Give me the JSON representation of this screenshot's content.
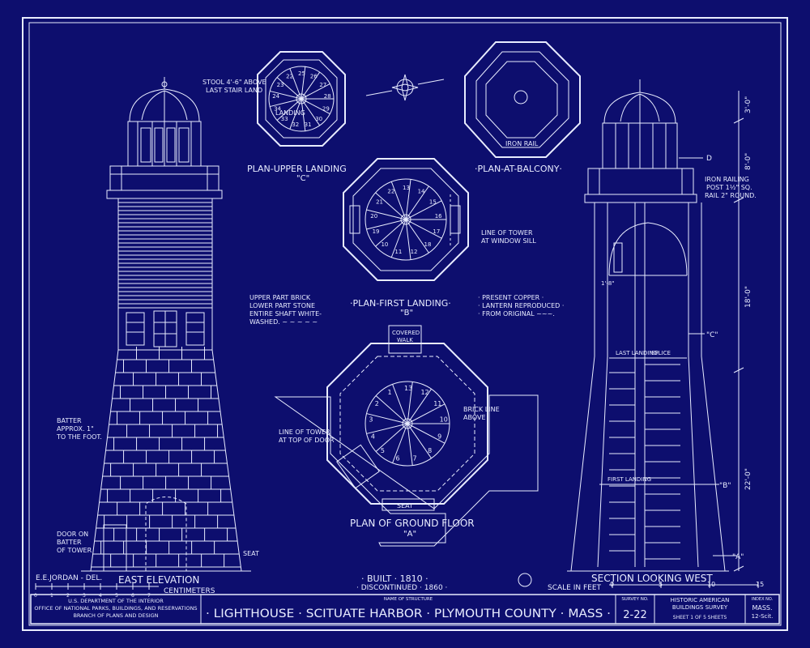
{
  "colors": {
    "background": "#0d0e6e",
    "ink": "#e8ecff"
  },
  "notes": {
    "stool": "STOOL 4'-6\" ABOVE",
    "stool2": "LAST STAIR LAND",
    "landing": "LANDING",
    "iron_rail": "IRON RAIL",
    "iron_railing_1": "IRON RAILING",
    "iron_railing_2": "POST 1½\" SQ.",
    "iron_railing_3": "RAIL 2\" ROUND.",
    "line_tower_sill_1": "LINE OF TOWER",
    "line_tower_sill_2": "AT WINDOW SILL",
    "upper_part_1": "UPPER PART BRICK",
    "upper_part_2": "LOWER PART STONE",
    "upper_part_3": "ENTIRE SHAFT WHITE-",
    "upper_part_4": "WASHED. ~ ~ ~ ~ ~",
    "present_1": "· PRESENT COPPER ·",
    "present_2": "· LANTERN REPRODUCED ·",
    "present_3": "· FROM ORIGINAL ~~~.",
    "covered_1": "COVERED",
    "covered_2": "WALK",
    "brick_line_1": "BRICK LINE",
    "brick_line_2": "ABOVE",
    "line_tower_door_1": "LINE OF TOWER",
    "line_tower_door_2": "AT TOP OF DOOR",
    "seat": "SEAT",
    "seat2": "SEAT",
    "batter_1": "BATTER",
    "batter_2": "APPROX. 1\"",
    "batter_3": "TO THE FOOT.",
    "door_1": "DOOR ON",
    "door_2": "BATTER",
    "door_3": "OF TOWER",
    "last_landing": "LAST LANDING",
    "splice": "SPLICE",
    "first_landing": "FIRST LANDING",
    "dim_top": "3'-0\"",
    "dim_lantern": "8'-0\"",
    "dim_mid": "18'-0\"",
    "dim_low": "22'-0\"",
    "dim_small": "1'-8\"",
    "mark_d": "D",
    "mark_c": "\"C\"",
    "mark_b": "\"B\"",
    "mark_a": "\"A\""
  },
  "drawings": {
    "plan_upper": {
      "title": "PLAN-UPPER LANDING",
      "mark": "\"C\""
    },
    "plan_balcony": {
      "title": "·PLAN-AT-BALCONY·"
    },
    "plan_first": {
      "title": "·PLAN-FIRST LANDING·",
      "mark": "\"B\""
    },
    "plan_ground": {
      "title": "PLAN OF GROUND FLOOR",
      "mark": "\"A\""
    },
    "east_elevation": {
      "title": "EAST ELEVATION"
    },
    "section_west": {
      "title": "SECTION LOOKING WEST"
    }
  },
  "built": {
    "built": "· BUILT · 1810 ·",
    "discontinued": "· DISCONTINUED · 1860 ·"
  },
  "delineator": "E.E.JORDAN - DEL.",
  "scale_cm": {
    "label": "CENTIMETERS",
    "ticks": [
      "0",
      "1",
      "2",
      "3",
      "4",
      "5",
      "6",
      "7"
    ]
  },
  "scale_ft": {
    "label": "SCALE IN FEET",
    "ticks": [
      "0",
      "5",
      "10",
      "15"
    ]
  },
  "upper_stair_numbers": [
    "25",
    "26",
    "27",
    "28",
    "29",
    "30",
    "31",
    "32",
    "33",
    "34",
    "24",
    "23",
    "22"
  ],
  "first_stair_numbers": [
    "13",
    "14",
    "15",
    "16",
    "17",
    "18",
    "12",
    "11",
    "10",
    "19",
    "20",
    "21",
    "22"
  ],
  "ground_stair_numbers": [
    "13",
    "12",
    "11",
    "10",
    "9",
    "8",
    "7",
    "6",
    "5",
    "4",
    "3",
    "2",
    "1"
  ],
  "title_block": {
    "agency_1": "U.S. DEPARTMENT OF THE INTERIOR",
    "agency_2": "OFFICE OF NATIONAL PARKS, BUILDINGS, AND RESERVATIONS",
    "agency_3": "BRANCH OF PLANS AND DESIGN",
    "name_label": "NAME OF STRUCTURE",
    "name": "· LIGHTHOUSE · SCITUATE HARBOR · PLYMOUTH COUNTY · MASS ·",
    "survey_label": "SURVEY NO.",
    "survey_no": "2-22",
    "habs_1": "HISTORIC AMERICAN",
    "habs_2": "BUILDINGS SURVEY",
    "sheet": "SHEET  1  OF  5  SHEETS",
    "index_label": "INDEX NO.",
    "index_1": "MASS.",
    "index_2": "12-Scit."
  }
}
